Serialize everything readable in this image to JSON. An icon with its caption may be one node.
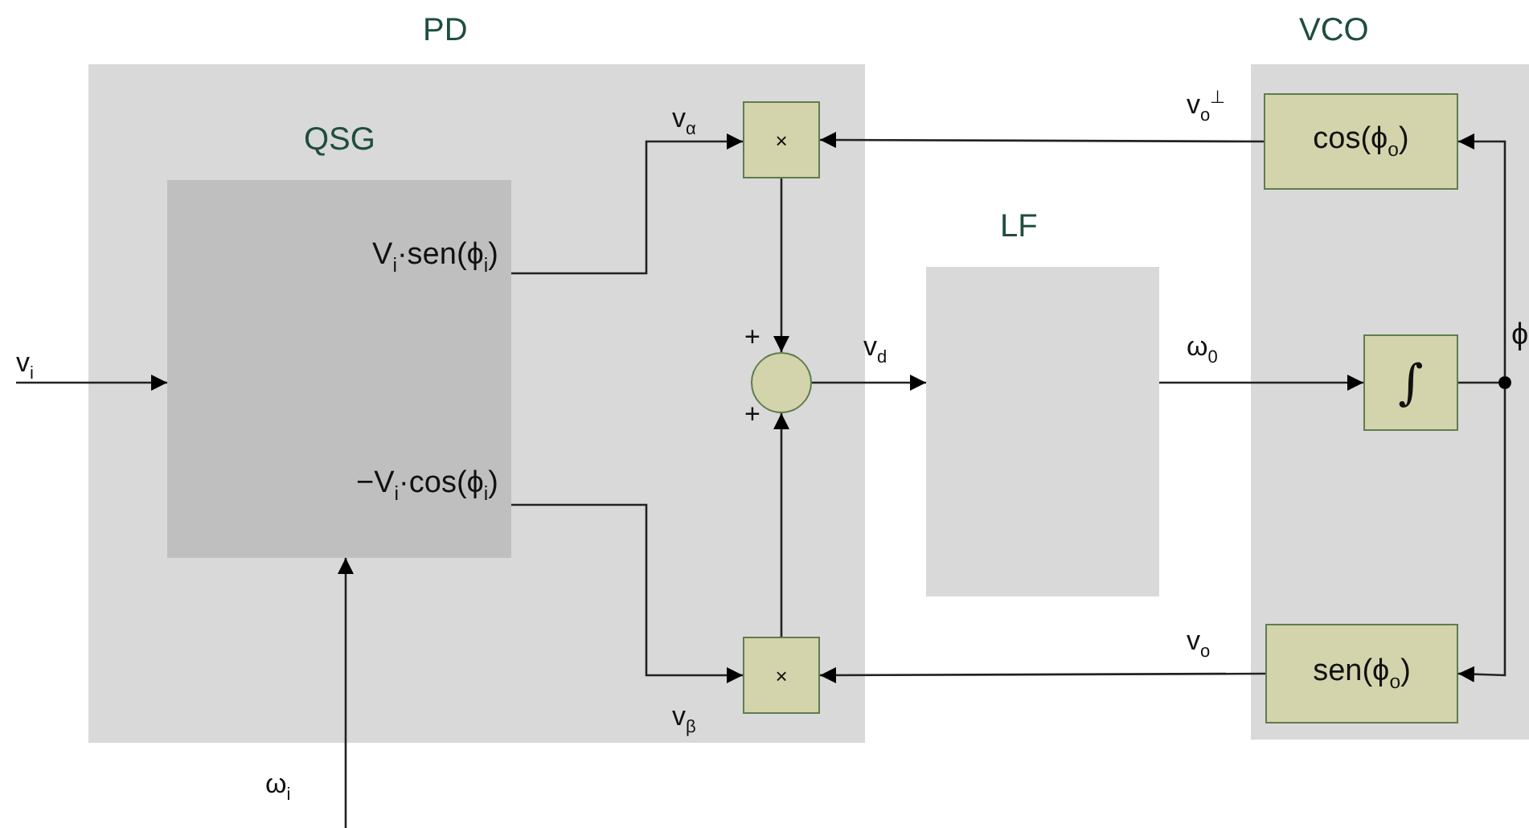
{
  "diagram": {
    "nodes": [
      {
        "text": [
          "PD"
        ]
      },
      {
        "text": [
          "QSG",
          "V$_{i}$·sen(ϕ$_{i}$)",
          "−V$_{i}$·cos(ϕ$_{i}$)"
        ],
        "in": 0
      },
      {
        "text": [
          "×"
        ],
        "in": 0
      },
      {
        "text": [],
        "shape": "circle",
        "in": 0
      },
      {
        "text": [
          "×"
        ],
        "in": 0
      },
      {
        "text": [
          "LF"
        ]
      },
      {
        "text": [
          "VCO"
        ]
      },
      {
        "text": [
          "cos(ϕ$_{o}$)"
        ],
        "in": 6
      },
      {
        "text": [
          "∫"
        ],
        "in": 6
      },
      {
        "text": [
          "sen(ϕ$_{o}$)"
        ],
        "in": 6
      },
      {
        "text": [],
        "shape": "circle",
        "in": 6,
        "beside": [
          "ϕ"
        ]
      }
    ],
    "edges": [
      {
        "from": null,
        "to": 1,
        "arrow": "to",
        "label": "v$_{i}$"
      },
      {
        "from": null,
        "to": 1,
        "arrow": "to",
        "label": "ω$_{i}$"
      },
      {
        "from": 1,
        "to": 2,
        "arrow": "to",
        "label": "v$_{α}$"
      },
      {
        "from": 1,
        "to": 4,
        "arrow": "to",
        "label": "v$_{β}$"
      },
      {
        "from": 2,
        "to": 3,
        "arrow": "to",
        "label": "+"
      },
      {
        "from": 4,
        "to": 3,
        "arrow": "to",
        "label": "+"
      },
      {
        "from": 3,
        "to": 5,
        "arrow": "to",
        "label": "v$_{d}$"
      },
      {
        "from": 5,
        "to": 8,
        "arrow": "to",
        "label": "ω$_{0}$"
      },
      {
        "from": 8,
        "to": 10,
        "arrow": "none"
      },
      {
        "from": 10,
        "to": 7,
        "arrow": "to"
      },
      {
        "from": 10,
        "to": 9,
        "arrow": "to"
      },
      {
        "from": 7,
        "to": 2,
        "arrow": "to",
        "label": "v$_{o}$$^{⊥}$"
      },
      {
        "from": 9,
        "to": 4,
        "arrow": "to",
        "label": "v$_{o}$"
      }
    ]
  }
}
